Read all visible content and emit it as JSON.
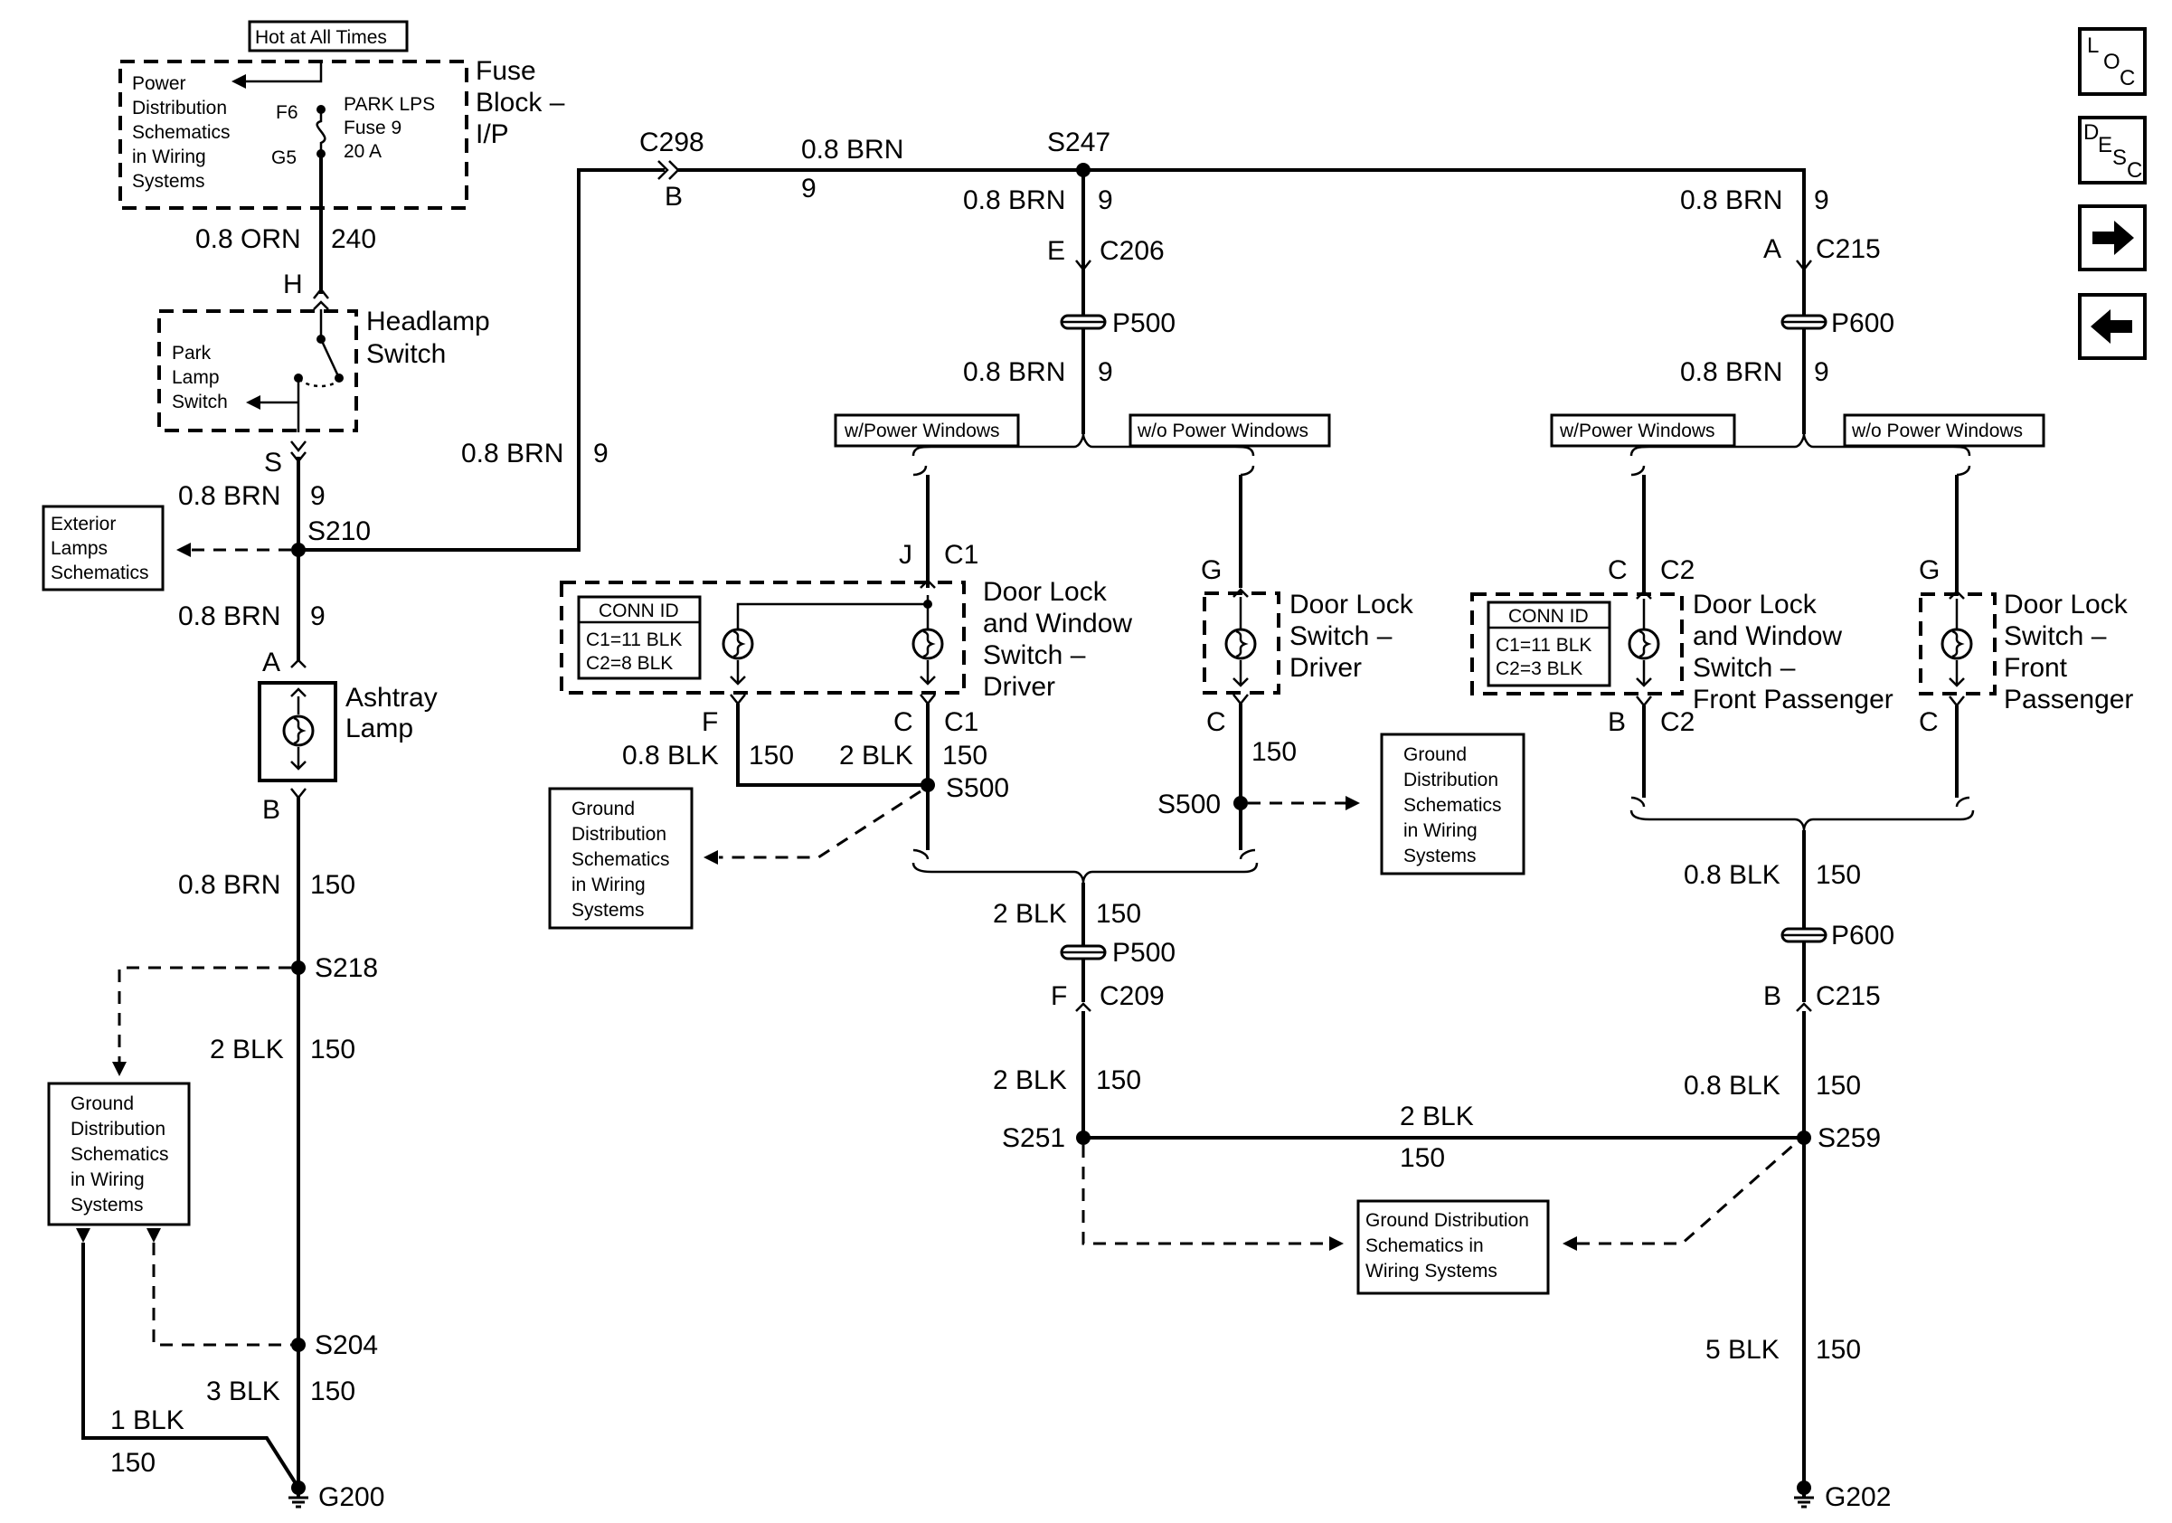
{
  "labels": {
    "hot_at_all_times": "Hot at All Times",
    "power_dist_1": "Power",
    "power_dist_2": "Distribution",
    "power_dist_3": "Schematics",
    "power_dist_4": "in Wiring",
    "power_dist_5": "Systems",
    "f6": "F6",
    "g5": "G5",
    "park_lps": "PARK LPS",
    "fuse9": "Fuse 9",
    "amp20": "20 A",
    "fuse_block_1": "Fuse",
    "fuse_block_2": "Block –",
    "fuse_block_3": "I/P",
    "orn_wire": "0.8 ORN",
    "circuit240": "240",
    "h": "H",
    "headlamp_1": "Headlamp",
    "headlamp_2": "Switch",
    "park_lamp_1": "Park",
    "park_lamp_2": "Lamp",
    "park_lamp_3": "Switch",
    "s_pin": "S",
    "brn08": "0.8 BRN",
    "c9": "9",
    "s210": "S210",
    "ext_1": "Exterior",
    "ext_2": "Lamps",
    "ext_3": "Schematics",
    "a": "A",
    "ashtray_1": "Ashtray",
    "ashtray_2": "Lamp",
    "b": "B",
    "c150": "150",
    "s218": "S218",
    "blk2": "2 BLK",
    "gnd_1": "Ground",
    "gnd_2": "Distribution",
    "gnd_3": "Schematics",
    "gnd_4": "in Wiring",
    "gnd_5": "Systems",
    "s204": "S204",
    "blk3": "3 BLK",
    "blk1": "1 BLK",
    "g200": "G200",
    "c298": "C298",
    "s247": "S247",
    "e": "E",
    "c206": "C206",
    "p500": "P500",
    "w_power": "w/Power Windows",
    "wo_power": "w/o Power Windows",
    "j": "J",
    "c1": "C1",
    "conn_id": "CONN ID",
    "c1_11": "C1=11 BLK",
    "c2_8": "C2=8 BLK",
    "c2_3": "C2=3 BLK",
    "dlw_1": "Door Lock",
    "dlw_2": "and Window",
    "dlw_3": "Switch –",
    "dlw_4": "Driver",
    "f": "F",
    "c": "C",
    "g": "G",
    "blk08": "0.8 BLK",
    "s500": "S500",
    "dls_1": "Door Lock",
    "dls_2": "Switch –",
    "dls_3": "Driver",
    "c209": "C209",
    "s251": "S251",
    "a_pin": "A",
    "c215": "C215",
    "p600": "P600",
    "c2": "C2",
    "dlwp_1": "Door Lock",
    "dlwp_2": "and Window",
    "dlwp_3": "Switch –",
    "dlwp_4": "Front Passenger",
    "dlsp_1": "Door Lock",
    "dlsp_2": "Switch –",
    "dlsp_3": "Front",
    "dlsp_4": "Passenger",
    "s259": "S259",
    "gdsw_1": "Ground Distribution",
    "gdsw_2": "Schematics in",
    "gdsw_3": "Wiring Systems",
    "blk5": "5 BLK",
    "g202": "G202"
  },
  "nav": {
    "loc_l": "L",
    "loc_o": "O",
    "loc_c": "C",
    "desc_d": "D",
    "desc_e": "E",
    "desc_s": "S",
    "desc_c": "C"
  },
  "colors": {
    "ink": "#000000",
    "background": "#ffffff"
  },
  "icons": [
    "fuse-icon",
    "bulb-icon",
    "ground-icon",
    "splice-dot-icon",
    "connector-icon",
    "switch-icon",
    "arrow-right-icon",
    "arrow-left-icon"
  ]
}
